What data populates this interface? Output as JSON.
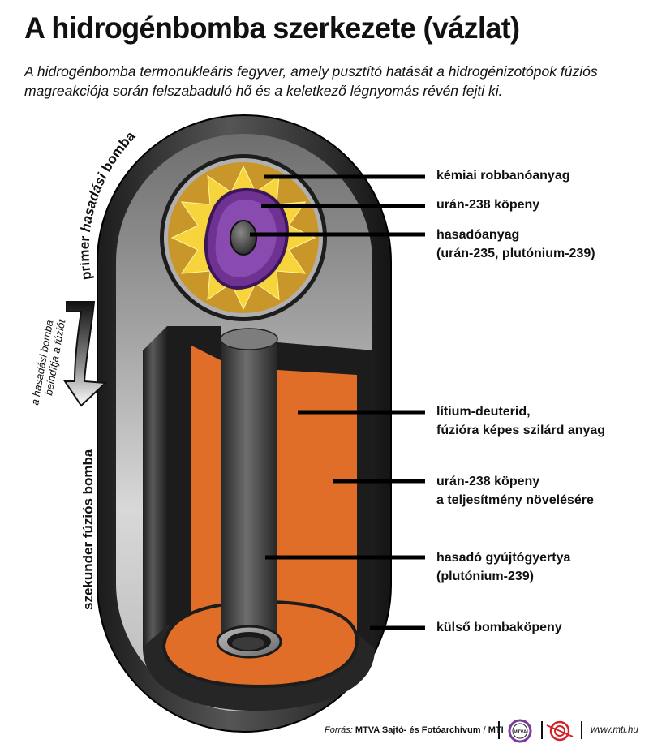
{
  "title": "A hidrogénbomba szerkezete (vázlat)",
  "subtitle": "A hidrogénbomba termonukleáris fegyver, amely pusztító hatását a hidrogénizotópok fúziós magreakciója során felszabaduló hő és a keletkező légnyomás révén fejti ki.",
  "side_labels": {
    "primary_prefix": "primer ",
    "primary_italic": "hasadási",
    "primary_suffix": " bomba",
    "secondary": "szekunder fúziós bomba",
    "arrow_line1": "a hasadási bomba",
    "arrow_line2": "beindítja a fúziót"
  },
  "callouts": [
    {
      "line1": "kémiai robbanóanyag",
      "line2": ""
    },
    {
      "line1": "urán-238 köpeny",
      "line2": ""
    },
    {
      "line1": "hasadóanyag",
      "line2": "(urán-235, plutónium-239)"
    },
    {
      "line1": "lítium-deuterid,",
      "line2": "fúzióra képes szilárd anyag"
    },
    {
      "line1": "urán-238 köpeny",
      "line2": "a teljesítmény növelésére"
    },
    {
      "line1": "hasadó gyújtógyertya",
      "line2": "(plutónium-239)"
    },
    {
      "line1": "külső bombaköpeny",
      "line2": ""
    }
  ],
  "footer": {
    "source_prefix": "Forrás:",
    "source_org": "MTVA Sajtó- és Fotóarchívum",
    "source_sep": " / ",
    "source_agency": "MTI",
    "logo1_text": "MTVA",
    "url": "www.mti.hu"
  },
  "colors": {
    "outer_casing": "#3a3a3a",
    "explosive": "#f2c230",
    "uranium_tamper": "#7a3c9a",
    "fissile_core": "#5a5a5a",
    "lithium_deuteride": "#e06d28",
    "dark_metal": "#2e2e2e"
  }
}
